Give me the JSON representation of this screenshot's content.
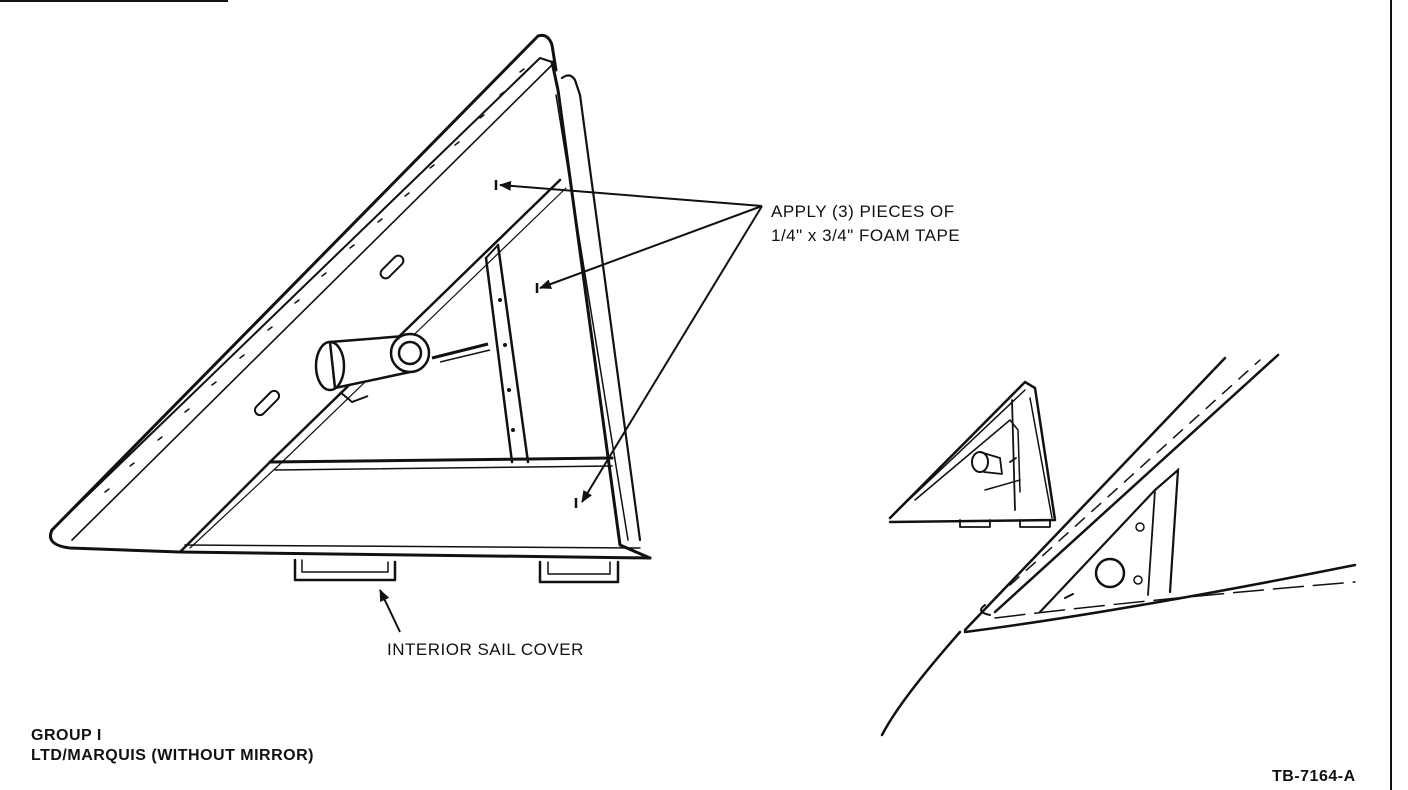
{
  "callouts": {
    "foam_tape_line1": "APPLY (3) PIECES OF",
    "foam_tape_line2": "1/4\" x 3/4\" FOAM TAPE",
    "sail_cover": "INTERIOR SAIL COVER"
  },
  "group": {
    "line1": "GROUP I",
    "line2": "LTD/MARQUIS (WITHOUT MIRROR)"
  },
  "figure_id": "TB-7164-A"
}
